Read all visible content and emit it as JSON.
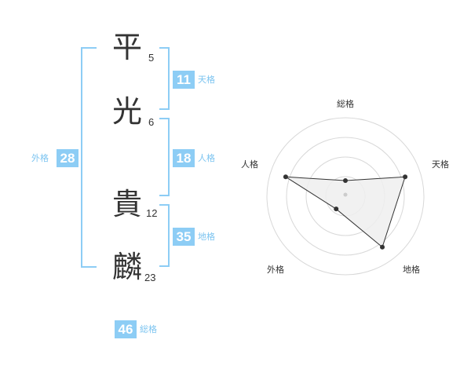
{
  "characters": [
    {
      "kanji": "平",
      "strokes": "5"
    },
    {
      "kanji": "光",
      "strokes": "6"
    },
    {
      "kanji": "貴",
      "strokes": "12"
    },
    {
      "kanji": "麟",
      "strokes": "23"
    }
  ],
  "scores": {
    "tenkaku": {
      "value": "11",
      "label": "天格"
    },
    "jinkaku": {
      "value": "18",
      "label": "人格"
    },
    "chikaku": {
      "value": "35",
      "label": "地格"
    },
    "gaikaku": {
      "value": "28",
      "label": "外格"
    },
    "soukaku": {
      "value": "46",
      "label": "総格"
    }
  },
  "chart_data": {
    "type": "radar",
    "axes": [
      "総格",
      "天格",
      "地格",
      "外格",
      "人格"
    ],
    "values": [
      0.2,
      0.8,
      0.8,
      0.2,
      0.8
    ],
    "grid_rings": 4,
    "colors": {
      "fill": "#efefef",
      "line": "#333333",
      "grid": "#d8d8d8"
    }
  },
  "colors": {
    "accent": "#8dcdf5",
    "accent_text": "#7cc4f0",
    "text": "#333333"
  }
}
